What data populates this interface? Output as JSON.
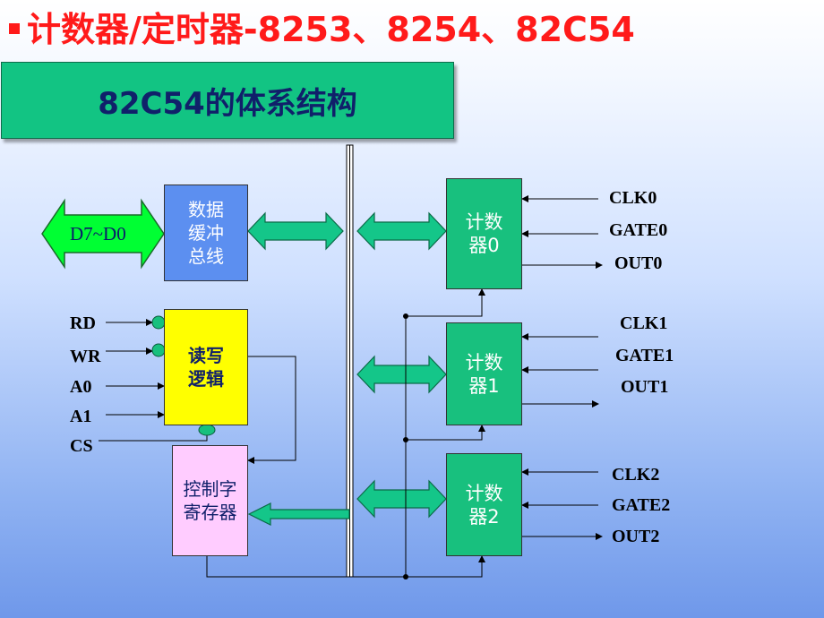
{
  "slide": {
    "title": "计数器/定时器-8253、8254、82C54",
    "subtitle": "82C54的体系结构"
  },
  "blocks": {
    "data_bus_label": "D7~D0",
    "data_buffer": "数据\n缓冲\n总线",
    "rw_logic": "读写\n逻辑",
    "control_register": "控制字\n寄存器",
    "counter0": "计数\n器0",
    "counter1": "计数\n器1",
    "counter2": "计数\n器2"
  },
  "inputs": {
    "rd": "RD",
    "wr": "WR",
    "a0": "A0",
    "a1": "A1",
    "cs": "CS"
  },
  "counter_signals": {
    "clk0": "CLK0",
    "gate0": "GATE0",
    "out0": "OUT0",
    "clk1": "CLK1",
    "gate1": "GATE1",
    "out1": "OUT1",
    "clk2": "CLK2",
    "gate2": "GATE2",
    "out2": "OUT2"
  },
  "colors": {
    "title_red": "#ff1a1a",
    "title_box_green": "#12c483",
    "counter_green": "#18c07e",
    "buffer_blue": "#5c8ff0",
    "rw_yellow": "#ffff00",
    "ctrl_pink": "#ffccff",
    "arrow_green": "#14c689"
  }
}
